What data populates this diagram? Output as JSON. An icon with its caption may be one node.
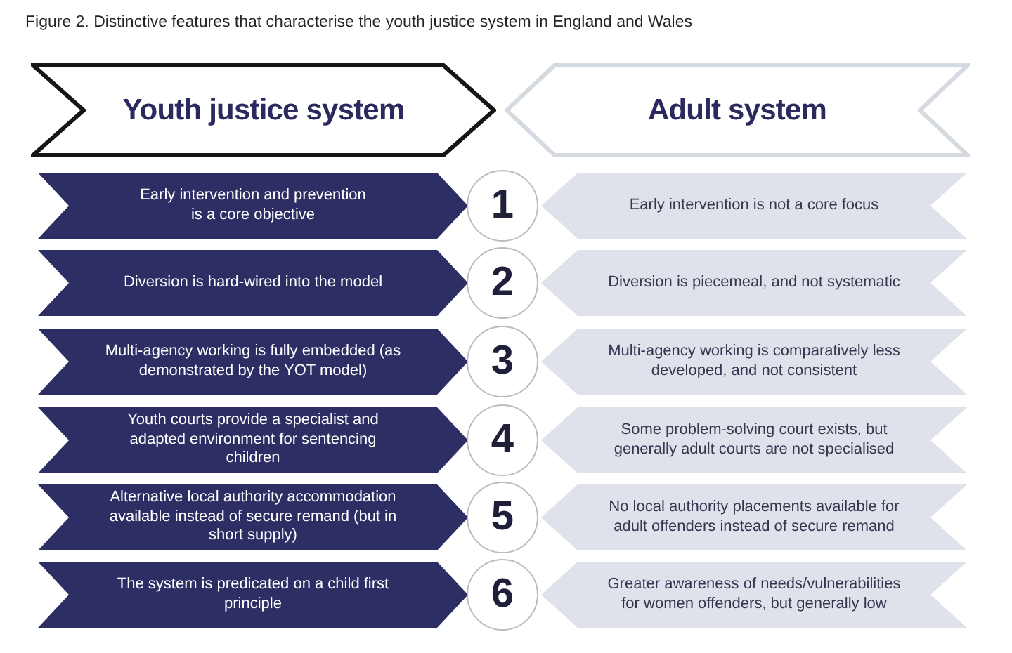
{
  "diagram": {
    "title": "Figure 2. Distinctive features that characterise the youth justice system in England and Wales",
    "nodes": [
      {
        "text": [
          "Youth justice system"
        ]
      },
      {
        "text": [
          "Adult system"
        ]
      },
      {
        "text": [
          "Early intervention and prevention is a core objective"
        ]
      },
      {
        "text": [
          "1"
        ]
      },
      {
        "text": [
          "Early intervention is not a core focus"
        ]
      },
      {
        "text": [
          "Diversion is hard-wired into the model"
        ]
      },
      {
        "text": [
          "2"
        ]
      },
      {
        "text": [
          "Diversion is piecemeal, and not systematic"
        ]
      },
      {
        "text": [
          "Multi-agency working is fully embedded (as demonstrated by the YOT model)"
        ]
      },
      {
        "text": [
          "3"
        ]
      },
      {
        "text": [
          "Multi-agency working is comparatively less developed, and not consistent"
        ]
      },
      {
        "text": [
          "Youth courts provide a specialist and adapted environment for sentencing children"
        ]
      },
      {
        "text": [
          "4"
        ]
      },
      {
        "text": [
          "Some problem-solving court exists, but generally adult courts are not specialised"
        ]
      },
      {
        "text": [
          "Alternative local authority accommodation available instead of secure remand (but in short supply)"
        ]
      },
      {
        "text": [
          "5"
        ]
      },
      {
        "text": [
          "No local authority placements available for adult offenders instead of secure remand"
        ]
      },
      {
        "text": [
          "The system is predicated on a child first principle"
        ]
      },
      {
        "text": [
          "6"
        ]
      },
      {
        "text": [
          "Greater awareness of needs/vulnerabilities for women offenders, but generally low"
        ]
      }
    ]
  }
}
